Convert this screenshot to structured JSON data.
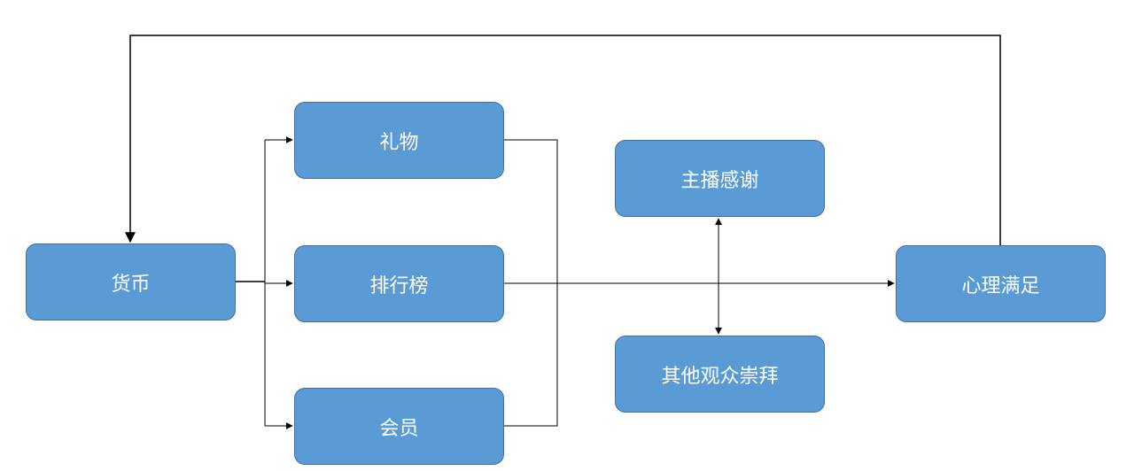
{
  "nodes": {
    "currency": "货币",
    "gift": "礼物",
    "leaderboard": "排行榜",
    "member": "会员",
    "anchor_thanks": "主播感谢",
    "audience_worship": "其他观众崇拜",
    "satisfaction": "心理满足"
  },
  "colors": {
    "node_fill": "#5b9bd5",
    "node_border": "#41719c",
    "node_text": "#ffffff",
    "connector": "#000000"
  },
  "edges": [
    {
      "from": "currency",
      "to": "gift"
    },
    {
      "from": "currency",
      "to": "leaderboard"
    },
    {
      "from": "currency",
      "to": "member"
    },
    {
      "from": "gift",
      "to": "satisfaction"
    },
    {
      "from": "leaderboard",
      "to": "satisfaction"
    },
    {
      "from": "member",
      "to": "satisfaction"
    },
    {
      "from": "anchor_thanks",
      "to": "audience_worship",
      "bidirectional": true
    },
    {
      "from": "satisfaction",
      "to": "currency"
    }
  ]
}
